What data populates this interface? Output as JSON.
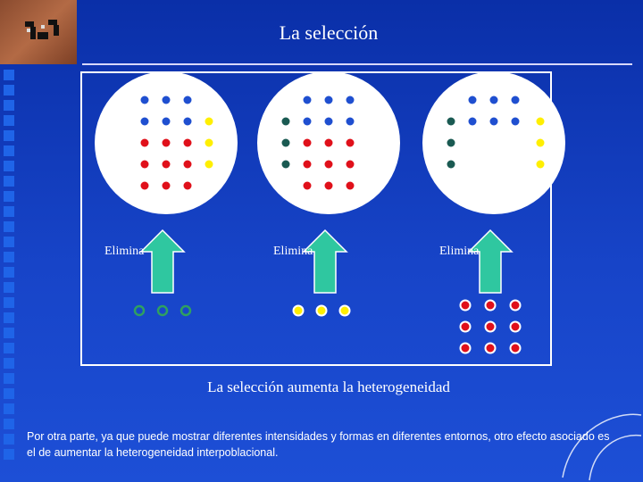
{
  "title": "La selección",
  "elimina_label": "Elimina",
  "caption": "La selección aumenta la heterogeneidad",
  "paragraph": "Por otra parte, ya que puede mostrar diferentes intensidades y formas en diferentes entornos, otro efecto asociado es el de aumentar la heterogeneidad interpoblacional.",
  "colors": {
    "blue": "#1f4fd0",
    "green": "#1a5a52",
    "red": "#e0101a",
    "yellow": "#ffef00",
    "arrow_fill": "#2fc7a0",
    "arrow_stroke": "#ffffff",
    "circle_fill": "#ffffff"
  },
  "panels": [
    {
      "id": "panel-1",
      "dots": [
        {
          "color": "blue",
          "count": 3,
          "row": 0
        },
        {
          "color": "blue",
          "count": 3,
          "row": 1,
          "extra": "yellow"
        },
        {
          "color": "red",
          "count": 3,
          "row": 2,
          "extra": "yellow"
        },
        {
          "color": "red",
          "count": 3,
          "row": 3,
          "extra": "yellow"
        },
        {
          "color": "red",
          "count": 3,
          "row": 4
        }
      ],
      "eliminated": {
        "color": "green",
        "count": 3,
        "style": "ring"
      }
    },
    {
      "id": "panel-2",
      "dots": [
        {
          "color": "blue",
          "count": 3,
          "row": 0
        },
        {
          "color": "blue",
          "count": 3,
          "row": 1,
          "lead": "green"
        },
        {
          "color": "red",
          "count": 3,
          "row": 2,
          "lead": "green"
        },
        {
          "color": "red",
          "count": 3,
          "row": 3,
          "lead": "green"
        },
        {
          "color": "red",
          "count": 3,
          "row": 4
        }
      ],
      "eliminated": {
        "color": "yellow",
        "count": 3,
        "style": "filled"
      }
    },
    {
      "id": "panel-3",
      "dots": [
        {
          "color": "blue",
          "count": 3,
          "row": 0
        },
        {
          "color": "blue",
          "count": 3,
          "row": 1,
          "lead": "green",
          "extra": "yellow"
        },
        {
          "color": "none",
          "count": 0,
          "row": 2,
          "lead": "green",
          "extra": "yellow"
        },
        {
          "color": "none",
          "count": 0,
          "row": 3,
          "lead": "green",
          "extra": "yellow"
        }
      ],
      "eliminated": {
        "color": "red",
        "count": 9,
        "style": "grid"
      }
    }
  ]
}
